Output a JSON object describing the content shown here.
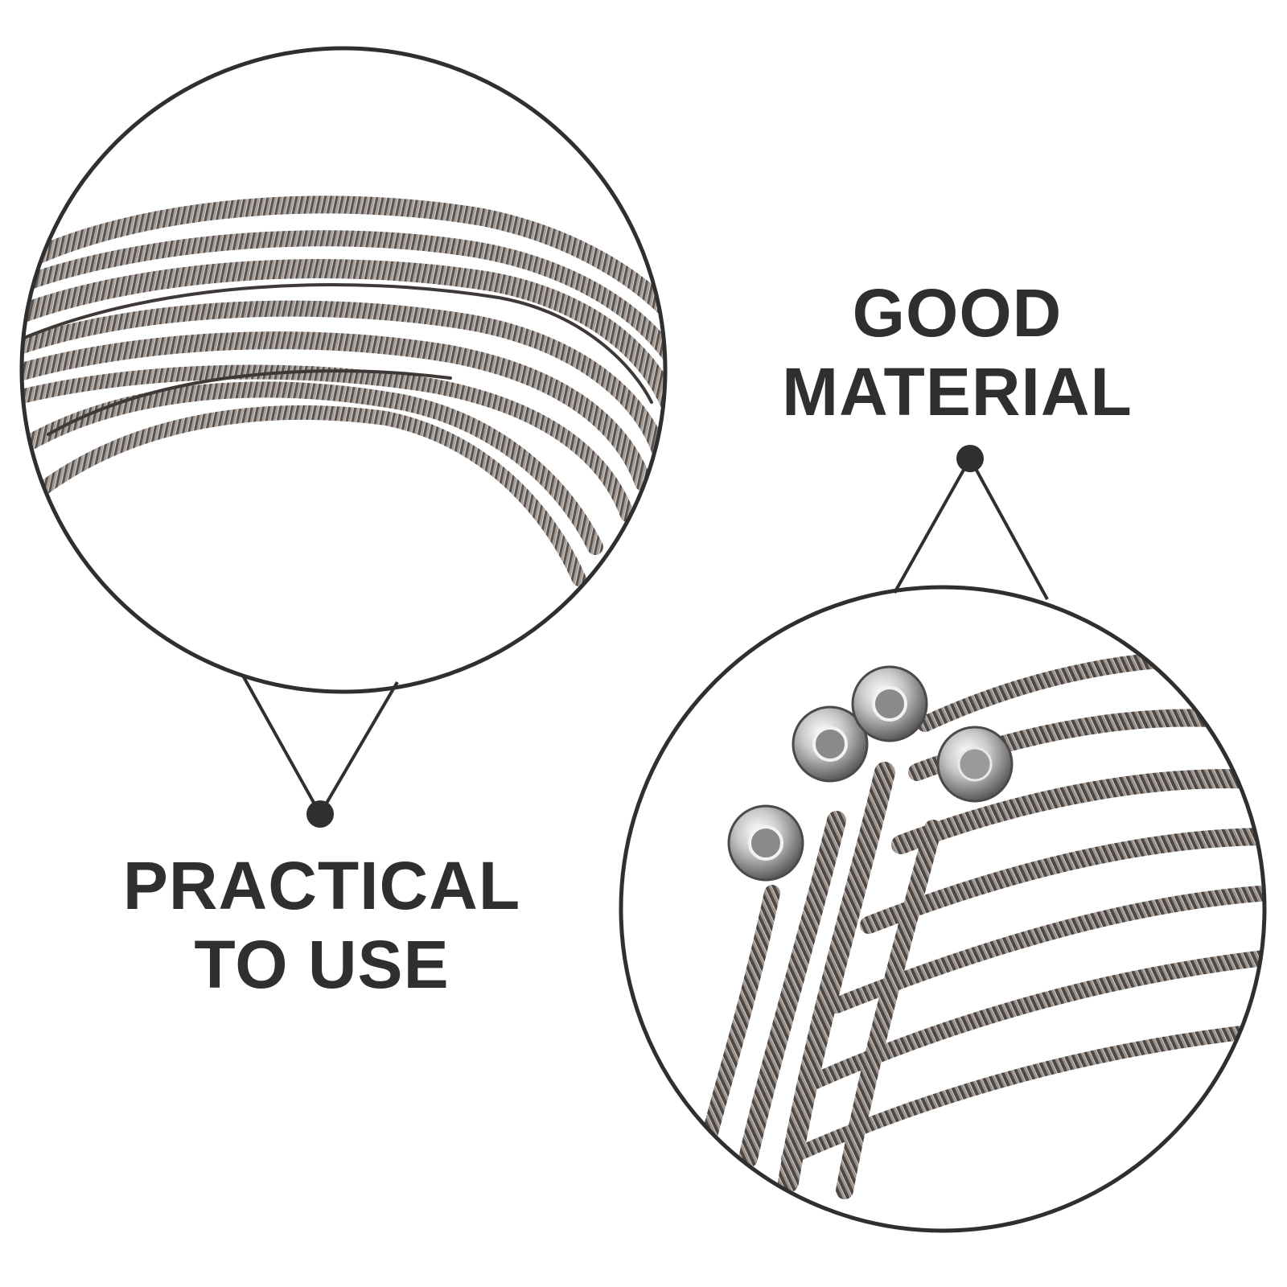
{
  "callouts": [
    {
      "id": "practical",
      "lines": [
        "PRACTICAL",
        "TO USE"
      ],
      "subject": "close-up of coiled wound guitar strings"
    },
    {
      "id": "material",
      "lines": [
        "GOOD",
        "MATERIAL"
      ],
      "subject": "guitar string ball ends with wound strings"
    }
  ],
  "colors": {
    "background": "#ffffff",
    "text": "#2f2f2f",
    "outline": "#2f2f2f",
    "string_dark": "#4a4442",
    "string_mid": "#7a716d",
    "string_light": "#b9b2ad",
    "ball_end_metal": "#c9c9c9"
  }
}
